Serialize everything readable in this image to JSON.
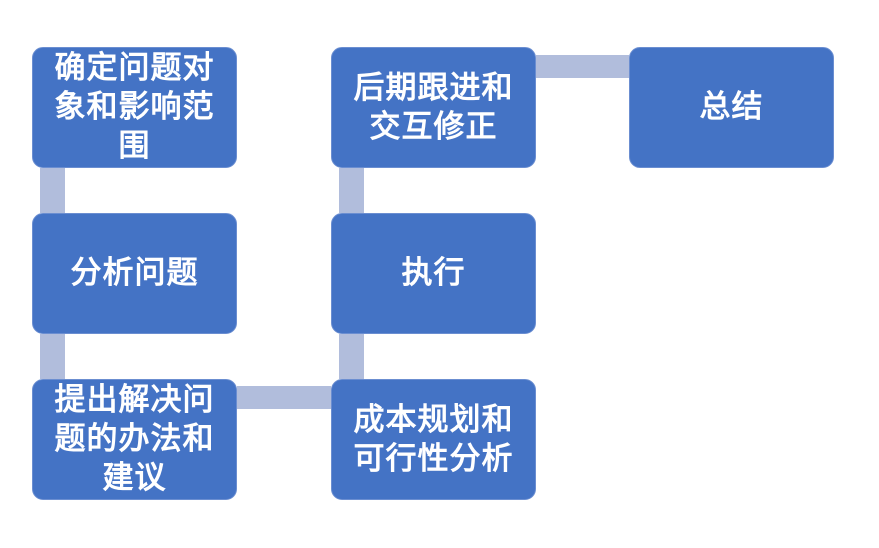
{
  "colors": {
    "background": "#ffffff",
    "box_fill": "#4473C5",
    "box_border": "#6B8ED1",
    "connector_fill": "#B1BDDC",
    "text": "#ffffff"
  },
  "diagram": {
    "type": "bending-process-flowchart",
    "steps": [
      {
        "label": "确定问题对\n象和影响范\n围"
      },
      {
        "label": "分析问题"
      },
      {
        "label": "提出解决问\n题的办法和\n建议"
      },
      {
        "label": "成本规划和\n可行性分析"
      },
      {
        "label": "执行"
      },
      {
        "label": "后期跟进和\n交互修正"
      },
      {
        "label": "总结"
      }
    ],
    "connections": [
      [
        "确定问题对象和影响范围",
        "分析问题"
      ],
      [
        "分析问题",
        "提出解决问题的办法和建议"
      ],
      [
        "提出解决问题的办法和建议",
        "成本规划和可行性分析"
      ],
      [
        "成本规划和可行性分析",
        "执行"
      ],
      [
        "执行",
        "后期跟进和交互修正"
      ],
      [
        "后期跟进和交互修正",
        "总结"
      ]
    ]
  }
}
